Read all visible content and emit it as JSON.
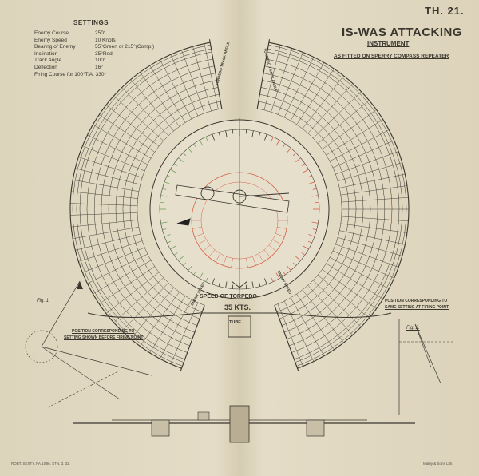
{
  "sheet_id": "TH. 21.",
  "title": "IS-WAS ATTACKING",
  "subtitle": "INSTRUMENT",
  "fitted_note": "AS FITTED ON SPERRY COMPASS REPEATER",
  "settings": {
    "heading": "SETTINGS",
    "rows": [
      {
        "label": "Enemy Course",
        "value": "250°"
      },
      {
        "label": "Enemy Speed",
        "value": "10 Knots"
      },
      {
        "label": "Bearing of Enemy",
        "value": "55°Green or 215°(Comp.)"
      },
      {
        "label": "Inclination",
        "value": "35°Red"
      },
      {
        "label": "Track Angle",
        "value": "100°"
      },
      {
        "label": "Deflection",
        "value": "16°"
      }
    ],
    "firing_course": "Firing Course for 100°T.A. 330°"
  },
  "speed_label": "SPEED OF TORPEDO",
  "speed_value": "35 KTS.",
  "tube_label": "TUBE",
  "scale_labels": {
    "torpedo_track_angle_left": "TORPEDO TRACK ANGLE",
    "torpedo_track_angle_right": "TORPEDO TRACK ANGLE",
    "enemy_speed_left": "ENEMY SPEED",
    "enemy_speed_right": "ENEMY SPEED"
  },
  "fig1": {
    "label": "Fig. 1.",
    "caption_line1": "POSITION CORRESPONDING TO",
    "caption_line2": "SETTING SHOWN BEFORE FIRING POINT"
  },
  "fig2": {
    "label": "Fig. 2.",
    "caption_line1": "POSITION CORRESPONDING TO",
    "caption_line2": "SAME SETTING AT FIRING POINT"
  },
  "footer_left": "ROBT. SEXTY. PA.1S86. STN. 3. 32.",
  "footer_right": "Malby & Sons Lith.",
  "colors": {
    "paper": "#e0d8c2",
    "ink": "#3a362e",
    "red": "#d8604a",
    "green": "#6fa35a"
  }
}
